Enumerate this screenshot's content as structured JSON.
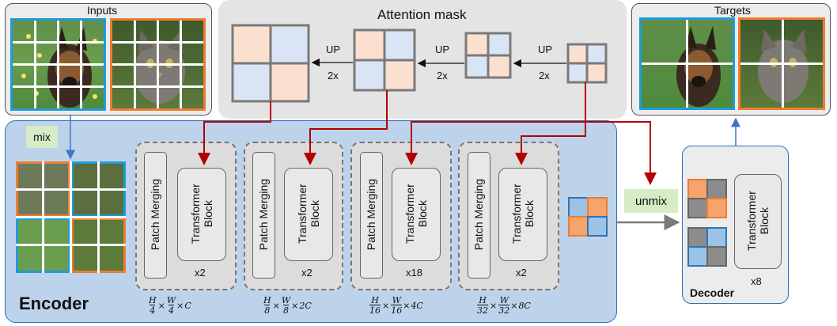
{
  "inputs_label": "Inputs",
  "targets_label": "Targets",
  "attention_mask_label": "Attention mask",
  "mix_label": "mix",
  "unmix_label": "unmix",
  "encoder_label": "Encoder",
  "decoder_label": "Decoder",
  "up_label": "UP",
  "scale_label": "2x",
  "patch_merging_label": "Patch Merging",
  "transformer_block_label": "Transformer Block",
  "stages": [
    {
      "repeat": "x2",
      "dims": {
        "h": "4",
        "w": "4",
        "c": "C"
      }
    },
    {
      "repeat": "x2",
      "dims": {
        "h": "8",
        "w": "8",
        "c": "2C"
      }
    },
    {
      "repeat": "x18",
      "dims": {
        "h": "16",
        "w": "16",
        "c": "4C"
      }
    },
    {
      "repeat": "x2",
      "dims": {
        "h": "32",
        "w": "32",
        "c": "8C"
      }
    }
  ],
  "decoder_repeat": "x8",
  "colors": {
    "encoder_bg": "#bdd3ec",
    "encoder_border": "#2f6fba",
    "panel_bg": "#ececec",
    "mask_bg": "#e4e4e4",
    "stage_bg": "#dcdcdc",
    "arrow_red": "#b40000",
    "blue_arrow": "#4472c4",
    "mix_box": "#d5ecc5",
    "pink_cell": "#fbe0d0",
    "blue_cell": "#d9e4f4",
    "img_blue": "#1f9bd8",
    "img_orange": "#ed7d31",
    "patch_orange": "#f4a46c",
    "patch_blue": "#9cc3e6",
    "patch_gray": "#8c8c8c"
  }
}
